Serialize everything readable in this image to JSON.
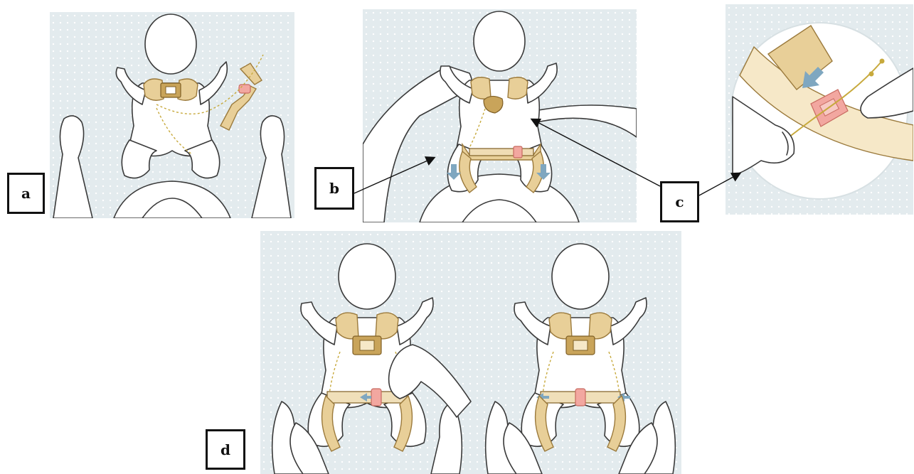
{
  "panels": {
    "a": {
      "label": "a"
    },
    "b": {
      "label": "b"
    },
    "c": {
      "label": "c"
    },
    "d": {
      "label": "d"
    }
  },
  "colors": {
    "background_panel": "#e3ebee",
    "strap_tan": "#e8cf98",
    "buckle_pink": "#f2a7a0",
    "arrow_blue": "#7fa7c0",
    "outline": "#3a3a3a"
  }
}
